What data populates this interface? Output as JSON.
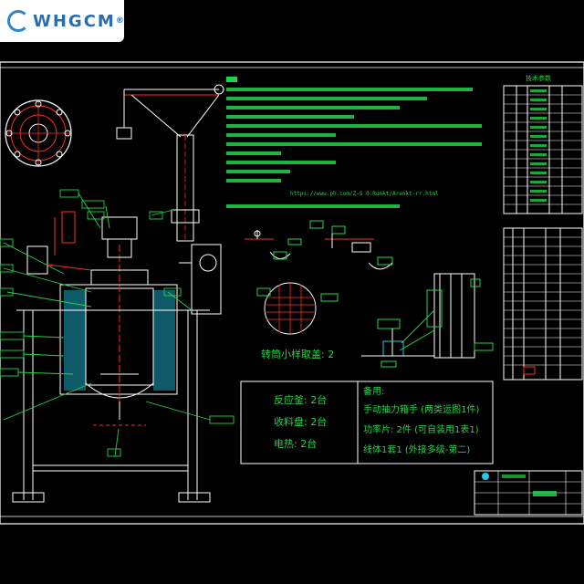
{
  "logo": {
    "text": "WHGCM",
    "registered_mark": "®",
    "mark_color": "#2e86c8"
  },
  "drawing": {
    "background": "#000000",
    "line_color": "#ffffff",
    "accent_color": "#ff2a2a",
    "text_color": "#22d34a",
    "cyan_color": "#22c8e6",
    "url_fragment": "https://www.ph.com/Z-S 0.Runkt/Arenkt-rr.html",
    "sample_caption": "转筒小样取盖: 2",
    "box_left": {
      "line_1": "反应釜: 2台",
      "line_2": "收料盘: 2台",
      "line_3": "电热: 2台"
    },
    "box_right": {
      "line_1": "备用:",
      "line_2": "手动抽力箱手 (两类运图1件)",
      "line_3": "功率片: 2件 (可自装用1表1)",
      "line_4": "线体1套1 (外接多级-第二)"
    },
    "parts_table_title": "技术参数"
  }
}
